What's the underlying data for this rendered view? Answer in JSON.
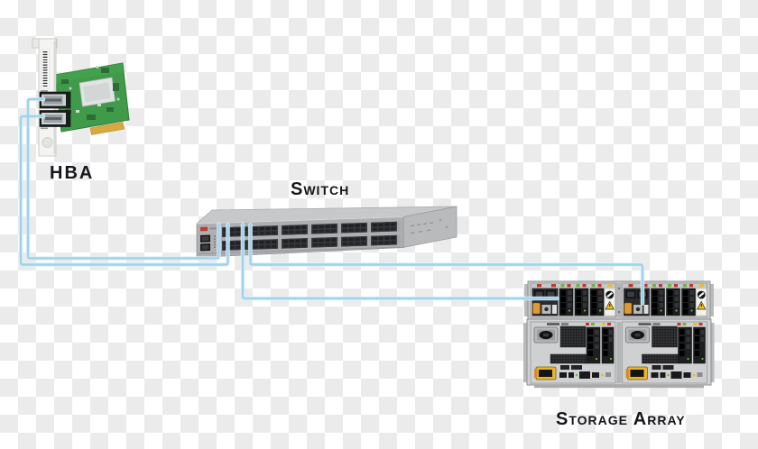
{
  "labels": {
    "hba": "HBA",
    "switch": "Switch",
    "storage_array": "Storage Array"
  },
  "devices": [
    {
      "id": "hba",
      "label": "HBA",
      "type": "host-bus-adapter",
      "ports": [
        "port-1",
        "port-2"
      ]
    },
    {
      "id": "switch",
      "label": "Switch",
      "type": "fibre-channel-switch",
      "port_banks": 6
    },
    {
      "id": "storage-array",
      "label": "Storage Array",
      "type": "storage-array",
      "shelves": [
        "controller-shelf",
        "drive-shelf"
      ],
      "warning_icons": [
        "no-entry",
        "warning-triangle"
      ]
    }
  ],
  "connections": [
    {
      "from": "hba.port-1",
      "to": "switch.port-a"
    },
    {
      "from": "hba.port-2",
      "to": "switch.port-b"
    },
    {
      "from": "switch.port-c",
      "to": "storage-array.controller-right"
    },
    {
      "from": "switch.port-d",
      "to": "storage-array.controller-left"
    }
  ],
  "colors": {
    "cable": "#9fd3eb",
    "cable_halo": "#dcEFf9",
    "checker_gray": "#ebebeb",
    "pcb_green": "#3f9b4a",
    "switch_body": "#adafb2",
    "storage_body": "#cfd0d1",
    "led_red": "#c53428",
    "led_green": "#6db33e",
    "led_amber": "#e9bd2b",
    "warning_yellow": "#f2c31b"
  }
}
